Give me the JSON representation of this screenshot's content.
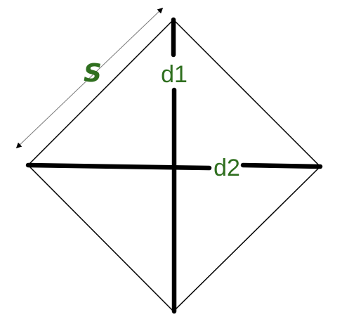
{
  "labels": {
    "side": "S",
    "diagonal_vertical": "d1",
    "diagonal_horizontal": "d2"
  },
  "colors": {
    "text": "#2f6f1f",
    "lines": "#000000",
    "dimension_arrow": "#7a7a7a",
    "background": "#ffffff"
  }
}
